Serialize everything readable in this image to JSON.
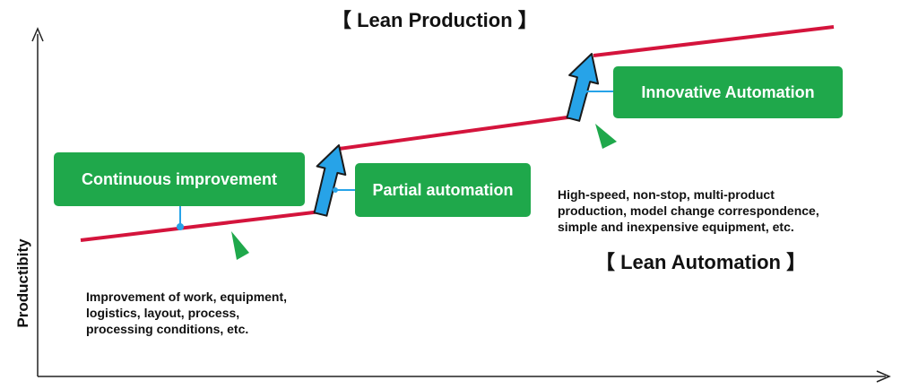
{
  "diagram": {
    "title_top": "【 Lean Production 】",
    "title_bottom": "【 Lean Automation 】",
    "y_axis_label": "Productibity",
    "boxes": {
      "continuous": "Continuous   improvement",
      "partial": "Partial automation",
      "innovative": "Innovative Automation"
    },
    "notes": {
      "continuous": [
        "Improvement of work, equipment,",
        "logistics, layout, process,",
        "processing conditions, etc."
      ],
      "innovative": [
        "High-speed, non-stop, multi-product",
        "production, model change correspondence,",
        "simple and inexpensive equipment, etc."
      ]
    },
    "colors": {
      "trend_line": "#d4143c",
      "box_fill": "#1fa84b",
      "step_arrow": "#27a3e8",
      "pointer": "#1fa84b",
      "connector": "#27a3e8"
    }
  }
}
